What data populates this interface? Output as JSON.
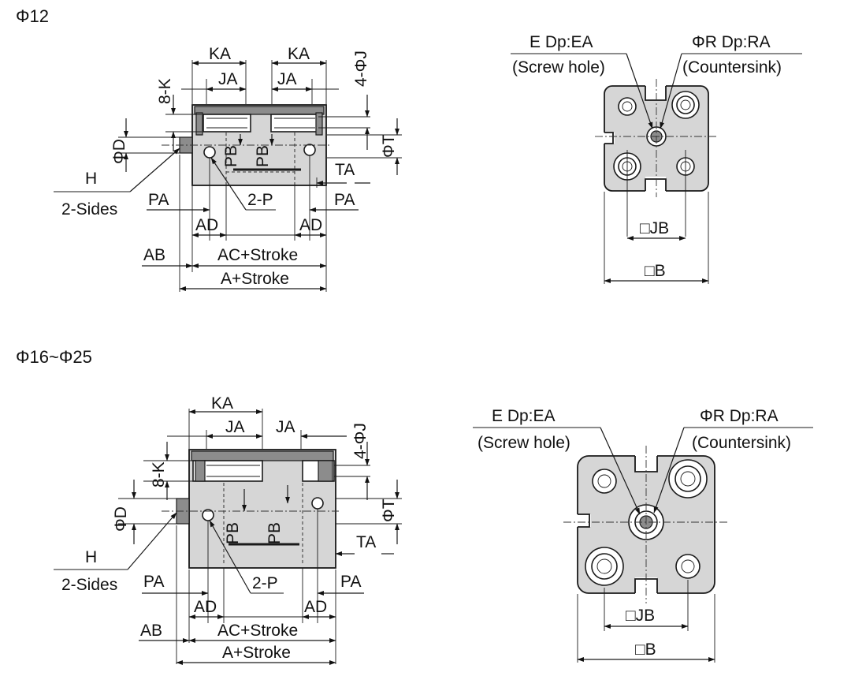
{
  "sections": [
    {
      "header": "Φ12"
    },
    {
      "header": "Φ16~Φ25"
    }
  ],
  "labels": {
    "KA": "KA",
    "JA": "JA",
    "K8": "8-K",
    "J4": "4-ΦJ",
    "D": "ΦD",
    "T": "ΦT",
    "PB": "PB",
    "TA": "TA",
    "H": "H",
    "sides": "2-Sides",
    "PA": "PA",
    "P2": "2-P",
    "AD": "AD",
    "AB": "AB",
    "AC": "AC+Stroke",
    "A": "A+Stroke",
    "E": "E Dp:EA",
    "screw": "(Screw hole)",
    "R": "ΦR Dp:RA",
    "csk": "(Countersink)",
    "JB": "□JB",
    "B": "□B"
  }
}
